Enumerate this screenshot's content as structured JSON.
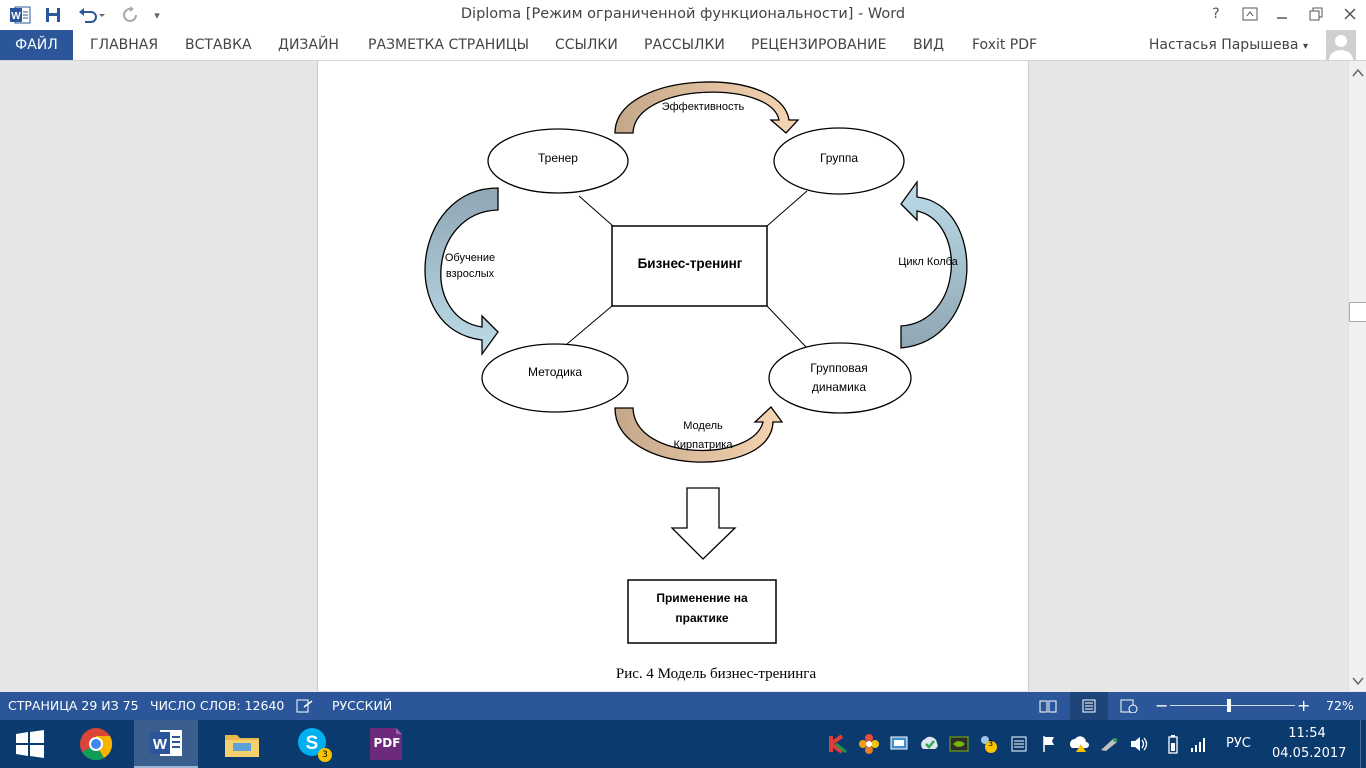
{
  "window": {
    "title": "Diploma [Режим ограниченной функциональности] - Word",
    "help_label": "?"
  },
  "ribbon": {
    "tabs": [
      "ФАЙЛ",
      "ГЛАВНАЯ",
      "ВСТАВКА",
      "ДИЗАЙН",
      "РАЗМЕТКА СТРАНИЦЫ",
      "ССЫЛКИ",
      "РАССЫЛКИ",
      "РЕЦЕНЗИРОВАНИЕ",
      "ВИД",
      "Foxit PDF"
    ],
    "user_name": "Настасья Парышева"
  },
  "diagram": {
    "center": "Бизнес-тренинг",
    "nodes": [
      "Тренер",
      "Группа",
      "Методика",
      "Групповая",
      "динамика"
    ],
    "arrow_labels": {
      "top": "Эффективность",
      "left_line1": "Обучение",
      "left_line2": "взрослых",
      "right": "Цикл Колба",
      "bottom_line1": "Модель",
      "bottom_line2": "Кирпатрика"
    },
    "result_line1": "Применение на",
    "result_line2": "практике",
    "caption": "Рис. 4 Модель бизнес-тренинга"
  },
  "status": {
    "page": "СТРАНИЦА 29 ИЗ 75",
    "words": "ЧИСЛО СЛОВ: 12640",
    "language": "РУССКИЙ",
    "zoom": "72%",
    "zoom_fraction": 0.47
  },
  "taskbar": {
    "skype_badge": "3",
    "tray_badge": "3",
    "language": "РУС",
    "time": "11:54",
    "date": "04.05.2017",
    "pdf_label": "PDF"
  },
  "colors": {
    "word_blue": "#2b579a",
    "taskbar": "#0a3a6e",
    "arrow_tan_dark": "#c4a789",
    "arrow_tan_light": "#f7d5b3",
    "arrow_blue_dark": "#8fa6b3",
    "arrow_blue_light": "#bcdbe8"
  }
}
